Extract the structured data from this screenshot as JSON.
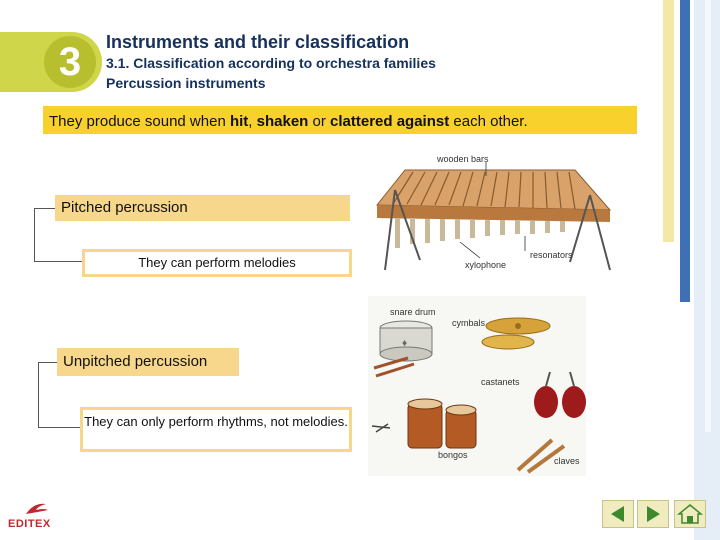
{
  "header": {
    "chapter_number": "3",
    "title": "Instruments and their classification",
    "subtitle": "3.1. Classification according to orchestra families",
    "section": "Percussion instruments"
  },
  "intro": {
    "part1": "They produce sound when ",
    "word1": "hit",
    "part2": ", ",
    "word2": "shaken",
    "part3": " or ",
    "word3": "clattered against",
    "part4": " each other."
  },
  "pitched": {
    "heading": "Pitched percussion",
    "description": "They can perform melodies"
  },
  "unpitched": {
    "heading": "Unpitched percussion",
    "description": "They can only perform rhythms, not melodies."
  },
  "figure_xylophone": {
    "label_bars": "wooden bars",
    "label_instrument": "xylophone",
    "label_resonators": "resonators"
  },
  "figure_unpitched": {
    "label_snare": "snare drum",
    "label_cymbals": "cymbals",
    "label_castanets": "castanets",
    "label_bongos": "bongos",
    "label_claves": "claves"
  },
  "footer": {
    "logo_text": "EDITEX"
  },
  "colors": {
    "accent_yellow": "#f8d12d",
    "box_fill": "#f7d78b",
    "title_blue": "#15315c",
    "chapter_green": "#cfd64a",
    "nav_green": "#3d8a2e"
  }
}
